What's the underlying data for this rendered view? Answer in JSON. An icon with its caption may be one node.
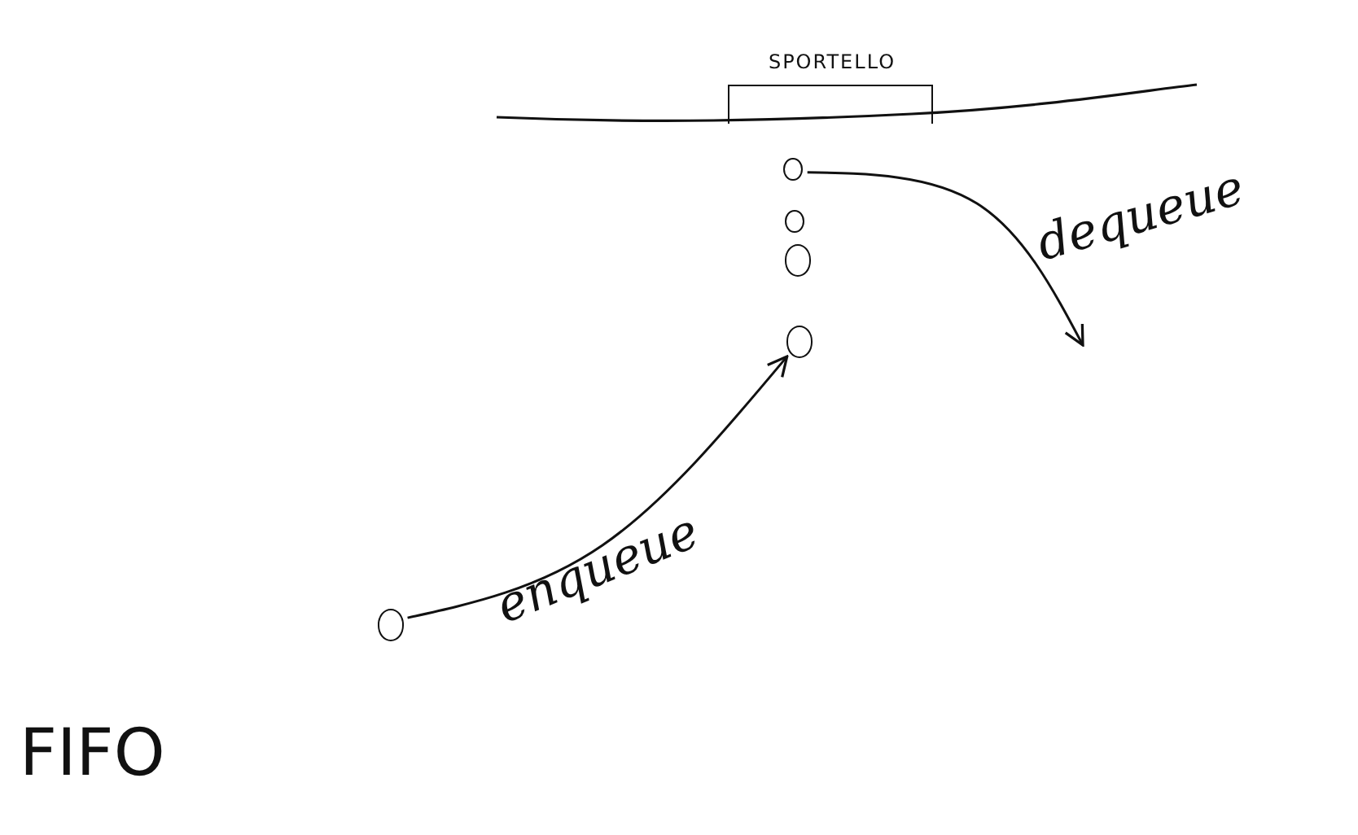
{
  "diagram": {
    "nodes": [
      {
        "text": [
          "SPORTELLO"
        ]
      },
      {
        "text": [],
        "shape": "circle"
      },
      {
        "text": [],
        "shape": "circle"
      },
      {
        "text": [],
        "shape": "circle"
      },
      {
        "text": [],
        "shape": "circle"
      },
      {
        "text": [],
        "shape": "circle"
      }
    ],
    "edges": [
      {
        "from": 5,
        "to": 4,
        "arrow": "to",
        "label": "enqueue"
      },
      {
        "from": 1,
        "to": null,
        "arrow": "to",
        "label": "dequeue"
      }
    ],
    "labels": [
      "FIFO"
    ]
  }
}
